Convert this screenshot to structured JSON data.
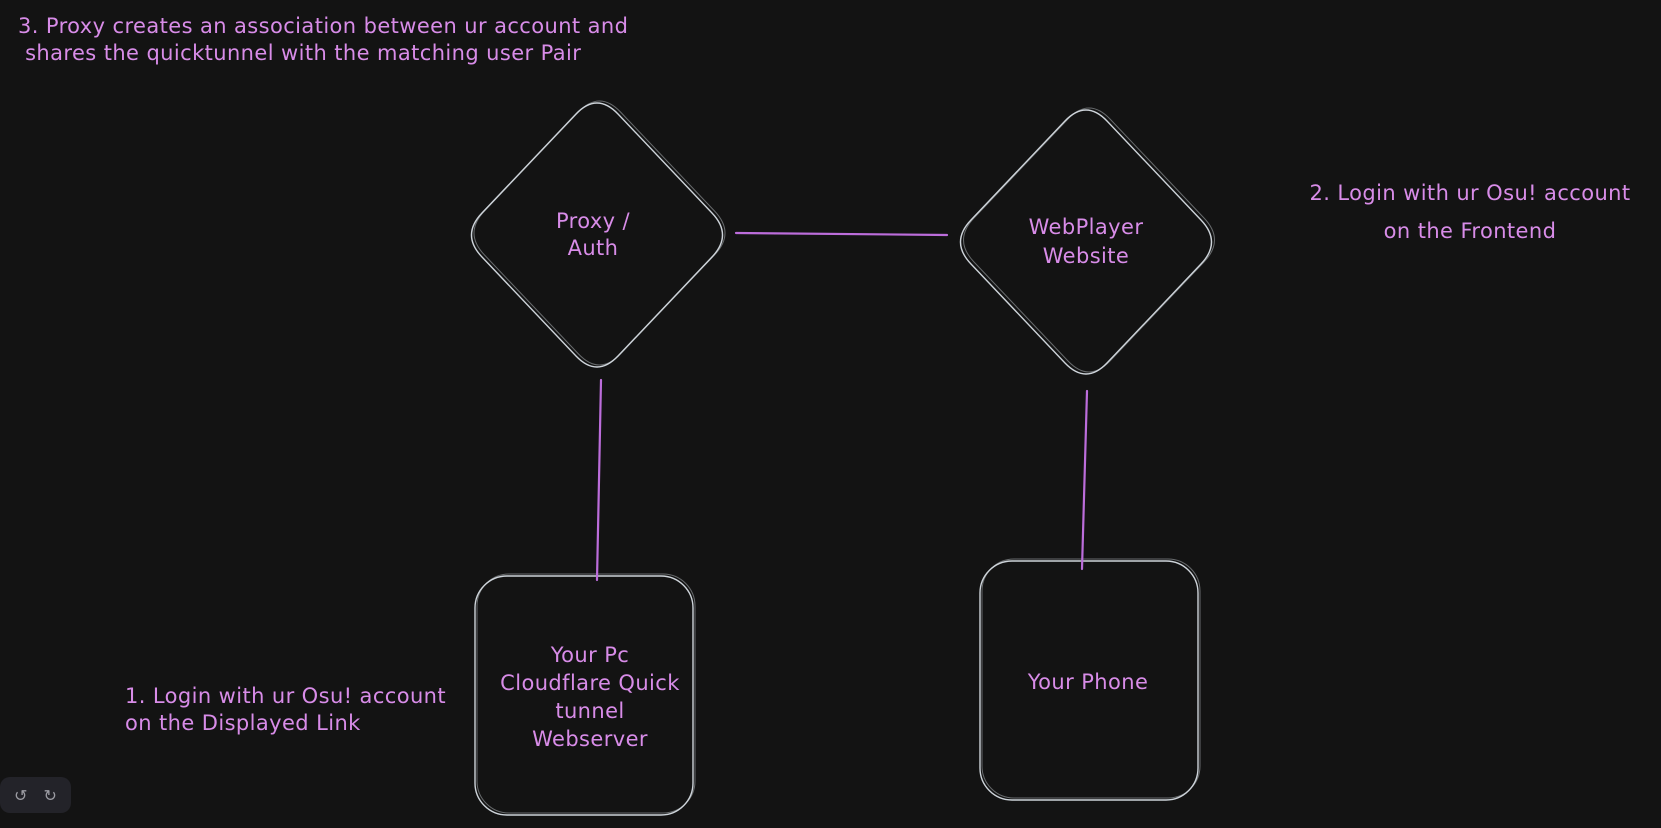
{
  "diagram": {
    "nodes": [
      {
        "id": "proxy-auth",
        "shape": "diamond",
        "label": "Proxy /\nAuth"
      },
      {
        "id": "webplayer-website",
        "shape": "diamond",
        "label": "WebPlayer\nWebsite"
      },
      {
        "id": "pc-quicktunnel-webserver",
        "shape": "rectangle",
        "label": "Your Pc\nCloudflare Quick\ntunnel\nWebserver"
      },
      {
        "id": "your-phone",
        "shape": "rectangle",
        "label": "Your Phone"
      }
    ],
    "connectors": [
      {
        "from": "proxy-auth",
        "to": "webplayer-website"
      },
      {
        "from": "proxy-auth",
        "to": "pc-quicktunnel-webserver"
      },
      {
        "from": "webplayer-website",
        "to": "your-phone"
      }
    ],
    "annotations": [
      {
        "id": "step-1",
        "text": "1. Login with ur Osu! account\non the Displayed Link"
      },
      {
        "id": "step-2",
        "text": "2. Login with ur Osu! account\non the Frontend"
      },
      {
        "id": "step-3",
        "text": "3. Proxy creates an association between ur account and\n shares the quicktunnel with the matching user Pair"
      }
    ]
  },
  "toolbar": {
    "undo_icon": "↺",
    "redo_icon": "↻"
  },
  "colors": {
    "background": "#131313",
    "shape_stroke": "#ced4da",
    "connector": "#bc6ddb",
    "text": "#d88ce8",
    "panel": "#232329"
  }
}
